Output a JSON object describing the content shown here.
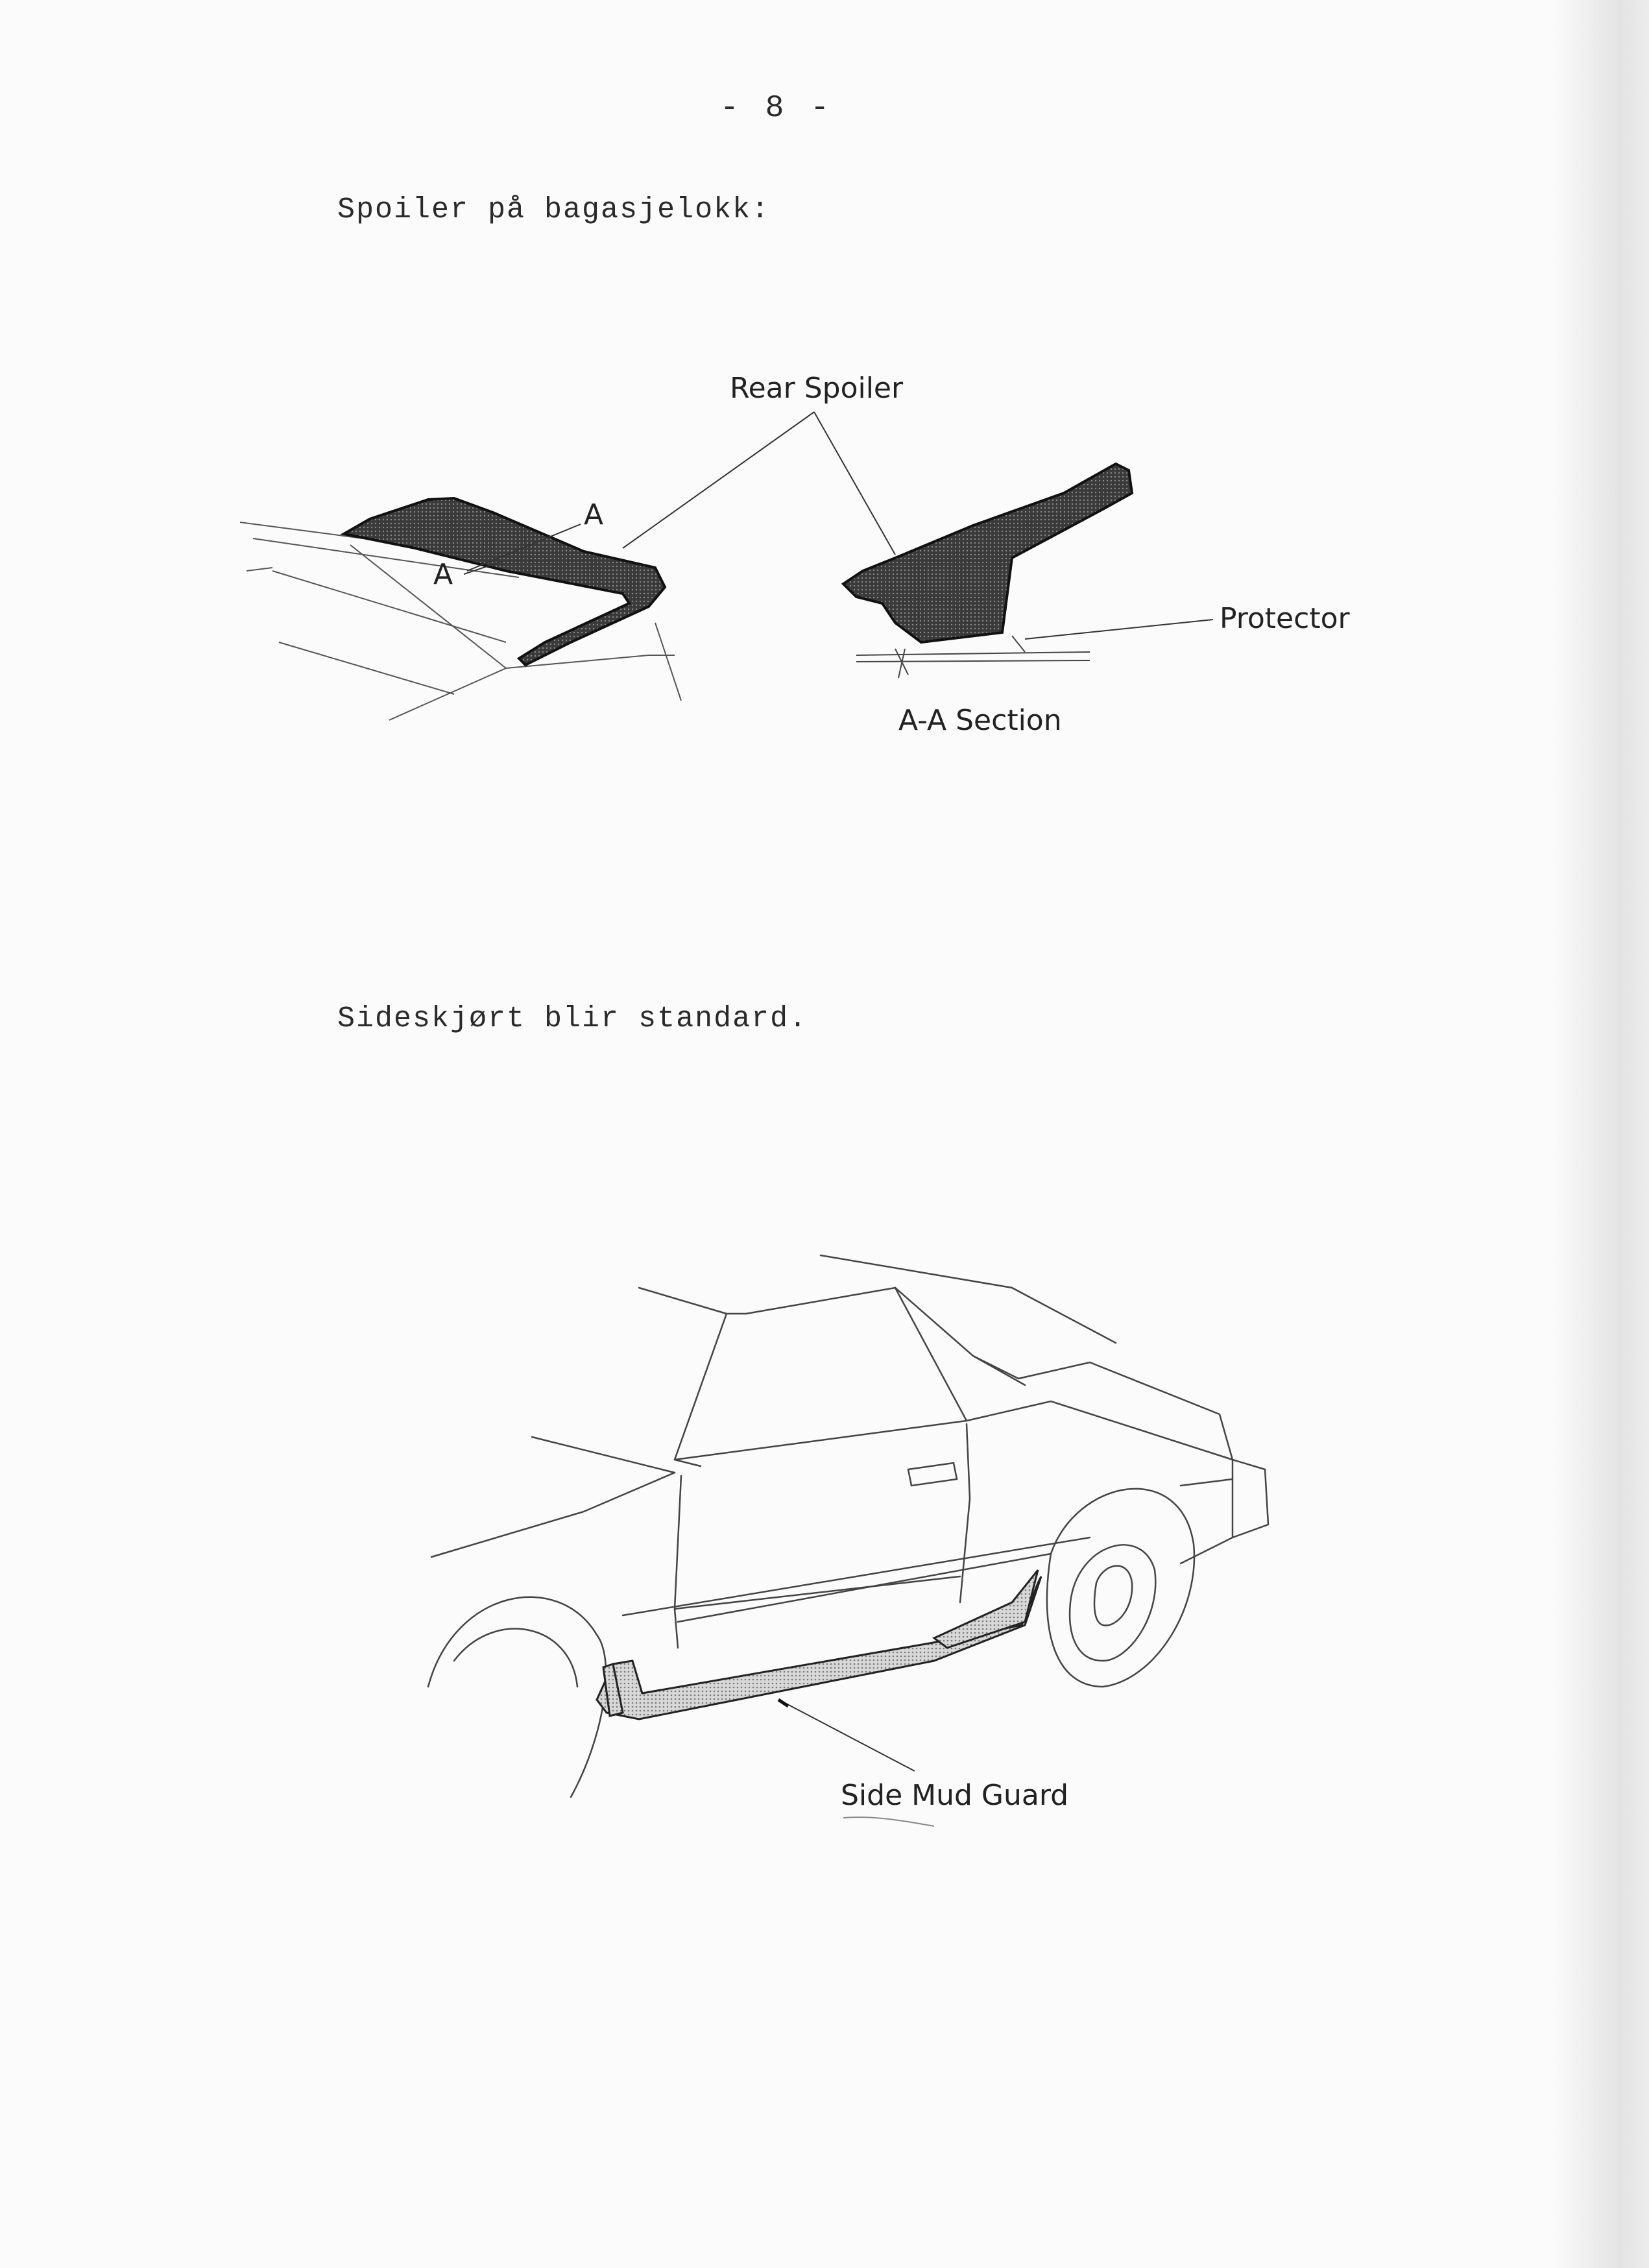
{
  "page": {
    "number": "- 8 -"
  },
  "sections": [
    {
      "heading": "Spoiler på bagasjelokk:"
    },
    {
      "heading": "Sideskjørt blir standard."
    }
  ],
  "figure_spoiler": {
    "title_label": "Rear Spoiler",
    "section_marker_upper": "A",
    "section_marker_lower": "A",
    "protector_label": "Protector",
    "section_label": "A-A Section"
  },
  "figure_car": {
    "part_label": "Side Mud Guard"
  }
}
